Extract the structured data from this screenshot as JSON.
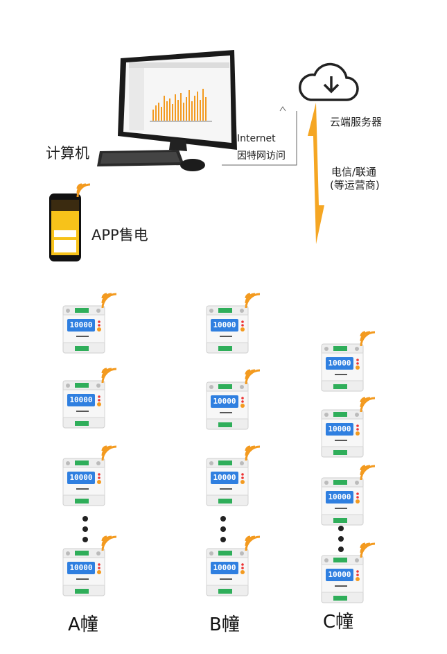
{
  "computer_label": "计算机",
  "app_label": "APP售电",
  "internet_en": "Internet",
  "internet_cn": "因特网访问",
  "cloud_label": "云端服务器",
  "carrier_line1": "电信/联通",
  "carrier_line2": "(等运营商)",
  "meter_reading": "10000",
  "buildings": [
    "A幢",
    "B幢",
    "C幢"
  ],
  "colors": {
    "wifi": "#f39a1f",
    "arrow": "#f5a623",
    "screen": "#2f7fe0"
  }
}
